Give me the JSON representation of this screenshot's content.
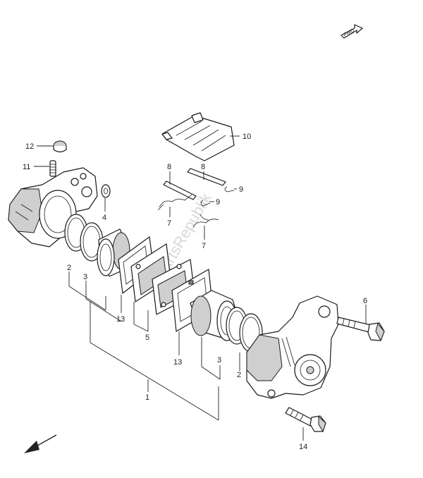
{
  "fwd_badge": "FWD",
  "watermark": "PartsRepublik",
  "labels": {
    "l12": "12",
    "l11": "11",
    "l4": "4",
    "l2a": "2",
    "l3a": "3",
    "l13a": "13",
    "l5": "5",
    "l13b": "13",
    "l3b": "3",
    "l2b": "2",
    "l1": "1",
    "l10": "10",
    "l8a": "8",
    "l8b": "8",
    "l9a": "9",
    "l9b": "9",
    "l7a": "7",
    "l7b": "7",
    "l6": "6",
    "l14": "14"
  },
  "icons": {
    "fwd": "fwd-arrow-icon",
    "direction": "direction-arrow-icon"
  }
}
